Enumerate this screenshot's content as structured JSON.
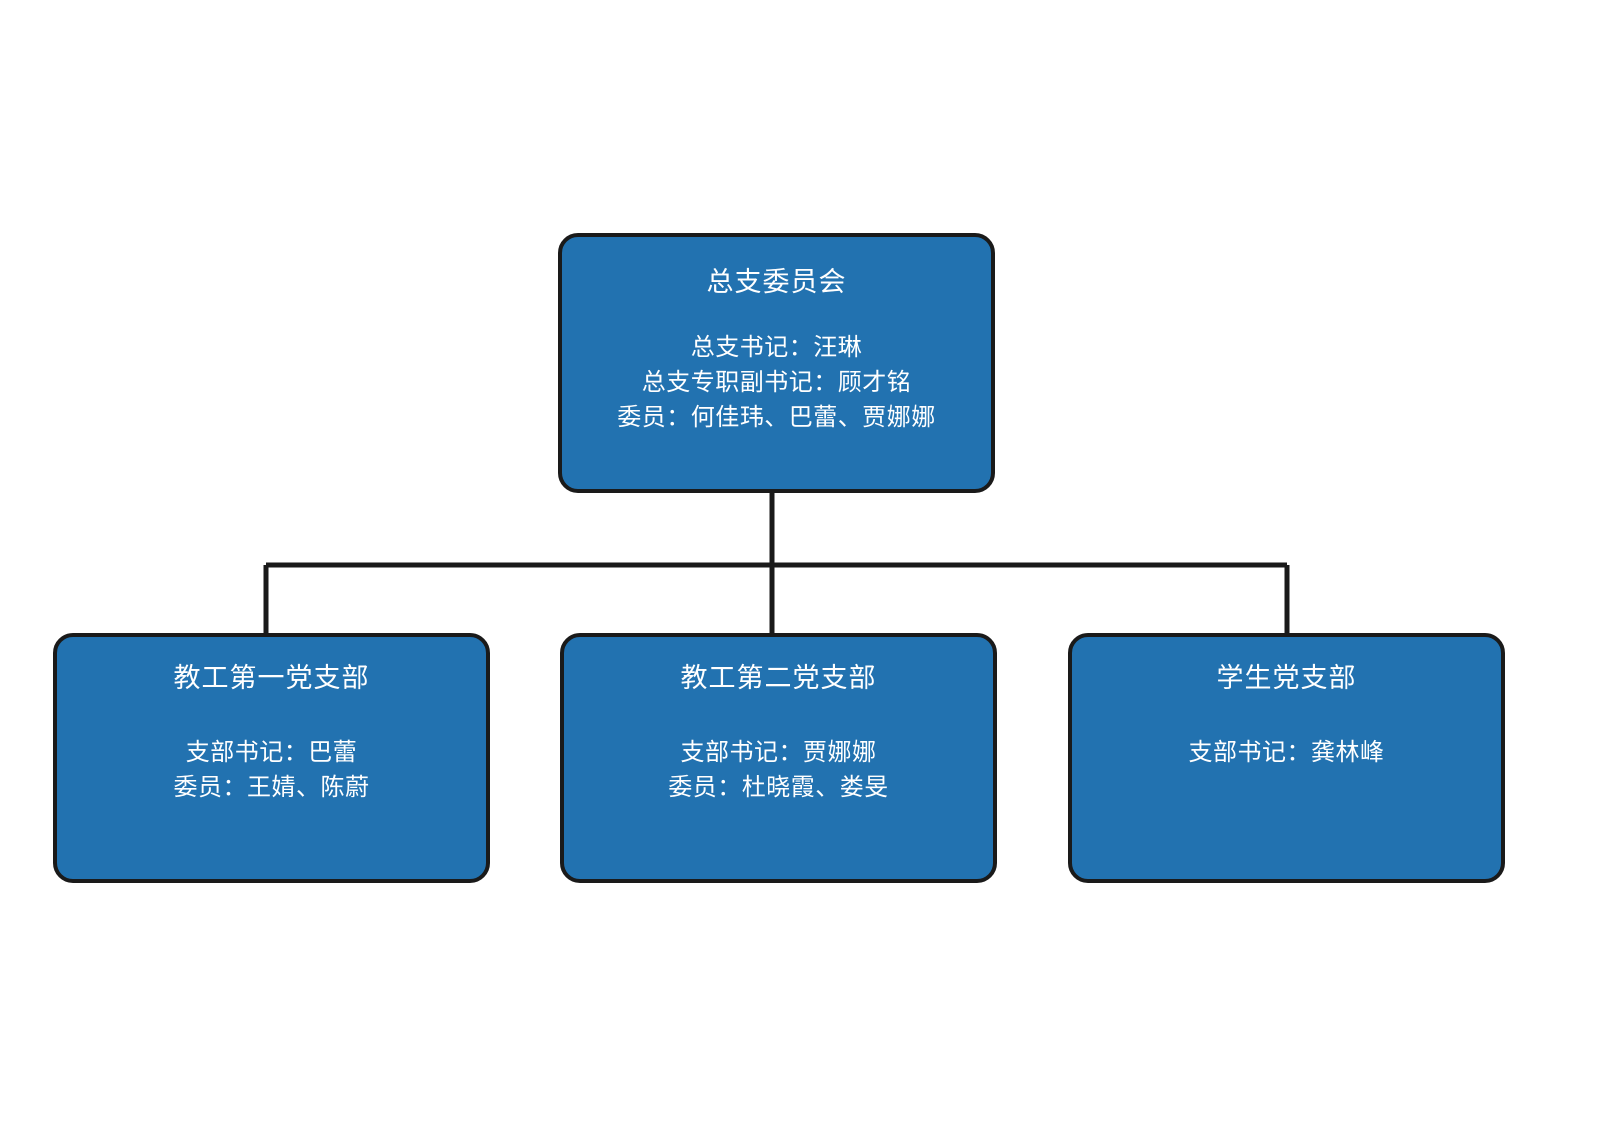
{
  "chart_data": {
    "type": "diagram",
    "diagram_kind": "organization-chart",
    "title": "",
    "colors": {
      "node_fill": "#2272B0",
      "node_border": "#1A1A1A",
      "node_text": "#FFFFFF",
      "connector": "#1A1A1A",
      "background": "#FFFFFF"
    },
    "nodes": [
      {
        "id": "root",
        "title": "总支委员会",
        "lines": [
          "总支书记：汪琳",
          "总支专职副书记：顾才铭",
          "委员：何佳玮、巴蕾、贾娜娜"
        ],
        "level": 0
      },
      {
        "id": "branch-1",
        "title": "教工第一党支部",
        "lines": [
          "支部书记：巴蕾",
          "委员：王婧、陈蔚"
        ],
        "level": 1
      },
      {
        "id": "branch-2",
        "title": "教工第二党支部",
        "lines": [
          "支部书记：贾娜娜",
          "委员：杜晓霞、娄旻"
        ],
        "level": 1
      },
      {
        "id": "branch-3",
        "title": "学生党支部",
        "lines": [
          "支部书记：龚林峰"
        ],
        "level": 1
      }
    ],
    "edges": [
      {
        "from": "root",
        "to": "branch-1"
      },
      {
        "from": "root",
        "to": "branch-2"
      },
      {
        "from": "root",
        "to": "branch-3"
      }
    ]
  },
  "root": {
    "title": "总支委员会",
    "line1": "总支书记：汪琳",
    "line2": "总支专职副书记：顾才铭",
    "line3": "委员：何佳玮、巴蕾、贾娜娜"
  },
  "branch1": {
    "title": "教工第一党支部",
    "line1": "支部书记：巴蕾",
    "line2": "委员：王婧、陈蔚"
  },
  "branch2": {
    "title": "教工第二党支部",
    "line1": "支部书记：贾娜娜",
    "line2": "委员：杜晓霞、娄旻"
  },
  "branch3": {
    "title": "学生党支部",
    "line1": "支部书记：龚林峰"
  }
}
